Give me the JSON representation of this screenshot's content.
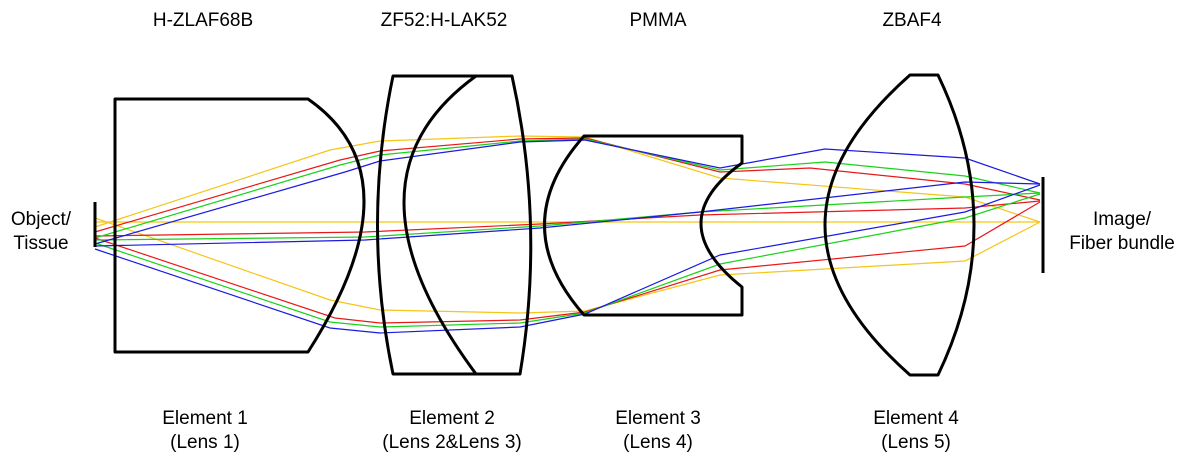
{
  "materials": {
    "element1": "H-ZLAF68B",
    "element2": "ZF52:H-LAK52",
    "element3": "PMMA",
    "element4": "ZBAF4"
  },
  "elements": {
    "element1": {
      "name": "Element 1",
      "lens": "(Lens 1)"
    },
    "element2": {
      "name": "Element 2",
      "lens": "(Lens 2&Lens 3)"
    },
    "element3": {
      "name": "Element 3",
      "lens": "(Lens 4)"
    },
    "element4": {
      "name": "Element 4",
      "lens": "(Lens 5)"
    }
  },
  "object_label": {
    "line1": "Object/",
    "line2": "Tissue"
  },
  "image_label": {
    "line1": "Image/",
    "line2": "Fiber bundle"
  },
  "ray_colors": {
    "yellow": "#f5c518",
    "red": "#e8191a",
    "green": "#19d219",
    "blue": "#1a1ae0"
  }
}
